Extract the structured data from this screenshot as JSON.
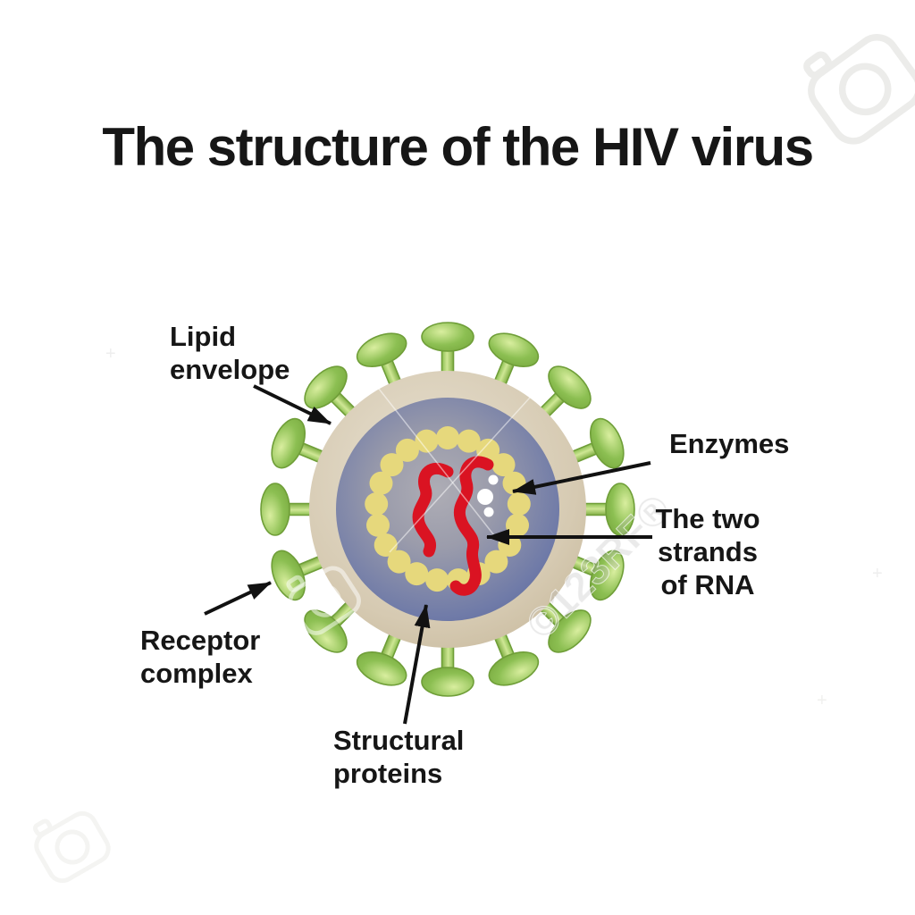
{
  "title": "The structure of the HIV virus",
  "labels": {
    "lipid_envelope": {
      "lines": [
        "Lipid",
        "envelope"
      ]
    },
    "enzymes": {
      "lines": [
        "Enzymes"
      ]
    },
    "rna": {
      "lines": [
        "The two",
        "strands",
        "of RNA"
      ]
    },
    "receptor_complex": {
      "lines": [
        "Receptor",
        "complex"
      ]
    },
    "structural_proteins": {
      "lines": [
        "Structural",
        "proteins"
      ]
    }
  },
  "watermark": {
    "stock_text": "©123RF®",
    "plus_marks": [
      "+",
      "+",
      "+"
    ]
  },
  "diagram": {
    "parts": [
      "lipid-envelope-ring",
      "receptor-spikes",
      "virus-core",
      "structural-protein-ring",
      "rna-strands",
      "enzyme-granules"
    ],
    "spike_count": 16,
    "capsid_circle_count": 21,
    "rna_strand_count": 2,
    "enzyme_dot_count": 3
  },
  "colors": {
    "text_black": "#161616",
    "arrow_black": "#111111",
    "envelope_tan": "#d6cab2",
    "envelope_light": "#e8e1d2",
    "envelope_edge": "#c7b99c",
    "core_blue": "#5c689c",
    "core_light": "#aeadb5",
    "capsid_yellow": "#e6d87c",
    "rna_red": "#da1322",
    "enzyme_white": "#ffffff",
    "spike_green": "#8cbf52",
    "spike_light": "#cfe795",
    "spike_outline": "#6f9e38",
    "watermark_gray": "#ececea"
  }
}
